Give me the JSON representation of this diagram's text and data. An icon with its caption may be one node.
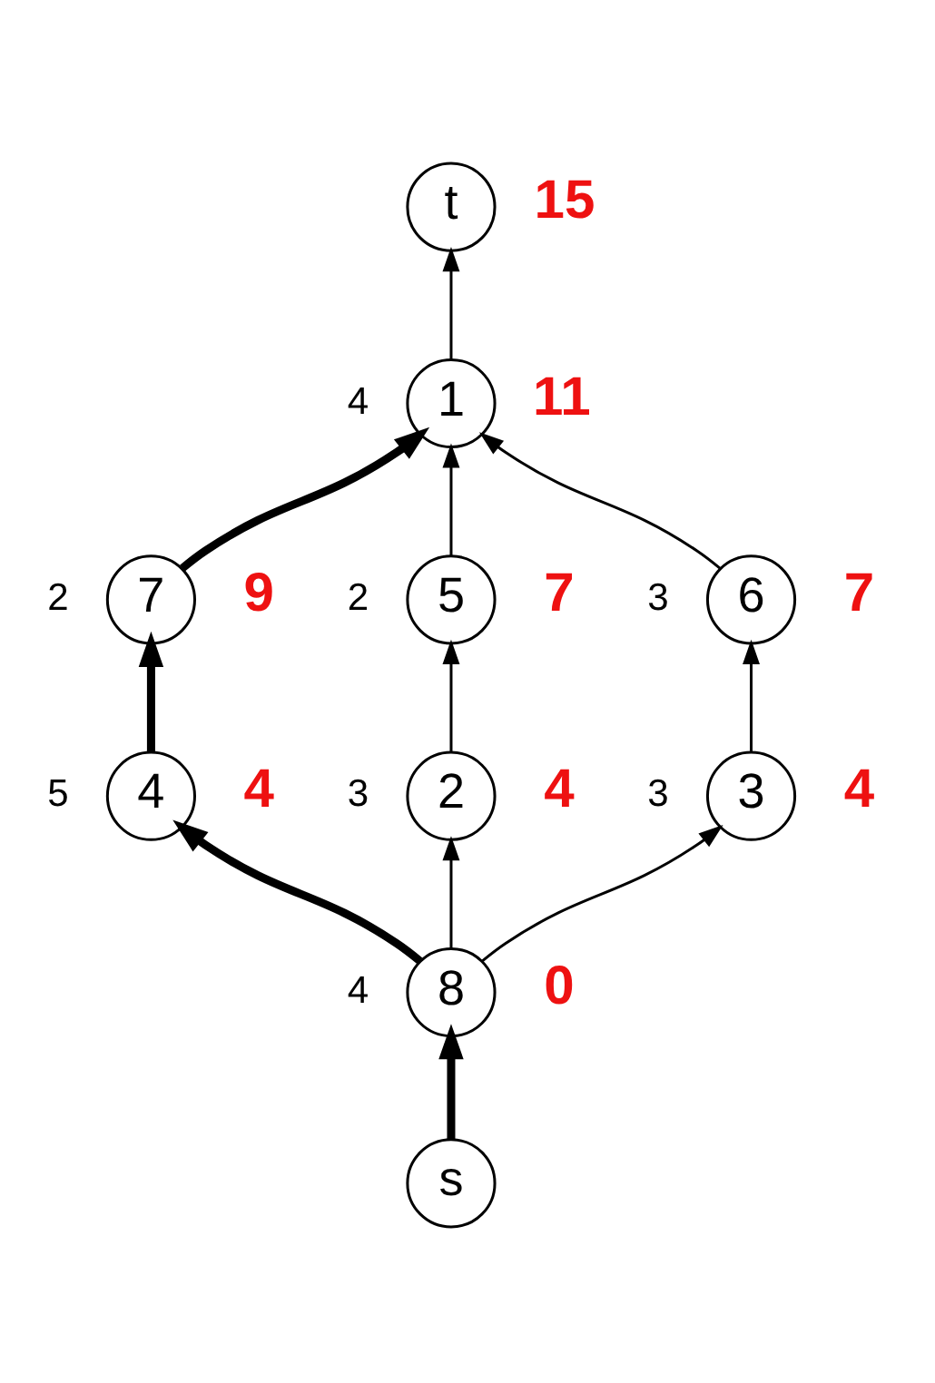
{
  "diagram": {
    "nodes": [
      {
        "text": [
          "t"
        ],
        "beside": [
          "15"
        ]
      },
      {
        "text": [
          "1"
        ],
        "beside": [
          "4",
          "11"
        ]
      },
      {
        "text": [
          "7"
        ],
        "beside": [
          "2",
          "9"
        ]
      },
      {
        "text": [
          "5"
        ],
        "beside": [
          "2",
          "7"
        ]
      },
      {
        "text": [
          "6"
        ],
        "beside": [
          "3",
          "7"
        ]
      },
      {
        "text": [
          "4"
        ],
        "beside": [
          "5",
          "4"
        ]
      },
      {
        "text": [
          "2"
        ],
        "beside": [
          "3",
          "4"
        ]
      },
      {
        "text": [
          "3"
        ],
        "beside": [
          "3",
          "4"
        ]
      },
      {
        "text": [
          "8"
        ],
        "beside": [
          "4",
          "0"
        ]
      },
      {
        "text": [
          "s"
        ]
      }
    ],
    "edges": [
      {
        "from": 9,
        "to": 8,
        "arrow": "to",
        "style": "thick"
      },
      {
        "from": 8,
        "to": 5,
        "arrow": "to",
        "style": "thick"
      },
      {
        "from": 8,
        "to": 6,
        "arrow": "to"
      },
      {
        "from": 8,
        "to": 7,
        "arrow": "to"
      },
      {
        "from": 5,
        "to": 2,
        "arrow": "to",
        "style": "thick"
      },
      {
        "from": 6,
        "to": 3,
        "arrow": "to"
      },
      {
        "from": 7,
        "to": 4,
        "arrow": "to"
      },
      {
        "from": 2,
        "to": 1,
        "arrow": "to",
        "style": "thick"
      },
      {
        "from": 3,
        "to": 1,
        "arrow": "to"
      },
      {
        "from": 4,
        "to": 1,
        "arrow": "to"
      },
      {
        "from": 1,
        "to": 0,
        "arrow": "to"
      }
    ]
  }
}
